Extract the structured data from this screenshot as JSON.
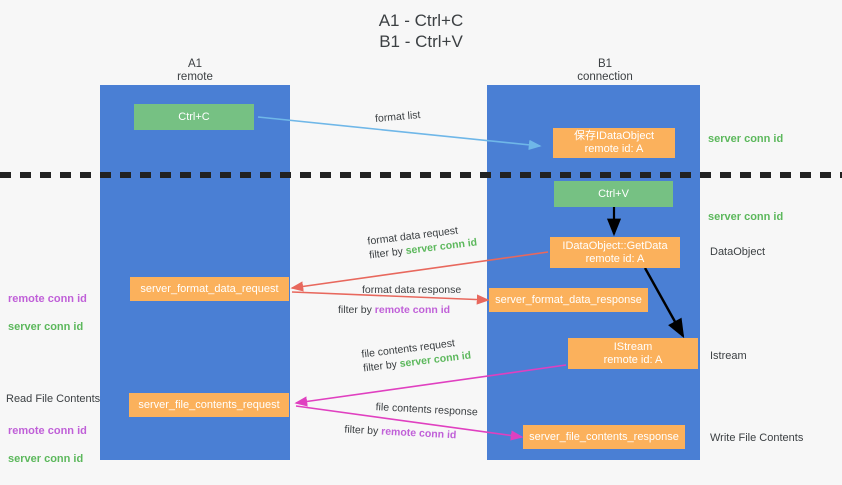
{
  "title": "A1 - Ctrl+C\nB1 - Ctrl+V",
  "columns": [
    {
      "name": "column-a1",
      "label": "A1\nremote"
    },
    {
      "name": "column-b1",
      "label": "B1\nconnection"
    }
  ],
  "boxes": [
    {
      "name": "ctrl-c-box",
      "label": "Ctrl+C",
      "color": "#76c183"
    },
    {
      "name": "store-idataobject-box",
      "label": "保存IDataObject\nremote id: A",
      "color": "#fbb15c"
    },
    {
      "name": "ctrl-v-box",
      "label": "Ctrl+V",
      "color": "#76c183"
    },
    {
      "name": "idataobject-getdata-box",
      "label": "IDataObject::GetData\nremote id: A",
      "color": "#fbb15c"
    },
    {
      "name": "server-format-data-request-box",
      "label": "server_format_data_request",
      "color": "#fbb15c"
    },
    {
      "name": "server-format-data-response-box",
      "label": "server_format_data_response",
      "color": "#fbb15c"
    },
    {
      "name": "istream-box",
      "label": "IStream\nremote id: A",
      "color": "#fbb15c"
    },
    {
      "name": "server-file-contents-request-box",
      "label": "server_file_contents_request",
      "color": "#fbb15c"
    },
    {
      "name": "server-file-contents-response-box",
      "label": "server_file_contents_response",
      "color": "#fbb15c"
    }
  ],
  "arrow_labels": {
    "format_list": "format list",
    "format_data_request": {
      "line1": "format data request",
      "filter_prefix": "filter by ",
      "filter_value": "server conn id"
    },
    "format_data_response": {
      "line1": "format data response",
      "filter_prefix": "filter by ",
      "filter_value": "remote conn id"
    },
    "file_contents_request": {
      "line1": "file contents request",
      "filter_prefix": "filter by ",
      "filter_value": "server conn id"
    },
    "file_contents_response": {
      "line1": "file contents response",
      "filter_prefix": "filter by ",
      "filter_value": "remote conn id"
    }
  },
  "left_labels": {
    "conn_pair_upper": {
      "remote": "remote conn id",
      "server": "server conn id"
    },
    "read_file_contents": "Read File Contents",
    "conn_pair_lower": {
      "remote": "remote conn id",
      "server": "server conn id"
    }
  },
  "right_labels": {
    "server_conn_id_top": "server conn id",
    "server_conn_id_mid": "server conn id",
    "dataobject": "DataObject",
    "istream": "Istream",
    "write_file_contents": "Write File Contents"
  },
  "colors": {
    "lane": "#4a7fd4",
    "green_box": "#76c183",
    "orange_box": "#fbb15c",
    "arrow_blue": "#6fb7e8",
    "arrow_red": "#e8685d",
    "arrow_magenta": "#e040c0",
    "arrow_black": "#000000",
    "divider": "#222222",
    "green_text": "#5cb85c",
    "purple_text": "#c060d8",
    "background": "#f7f7f7"
  }
}
